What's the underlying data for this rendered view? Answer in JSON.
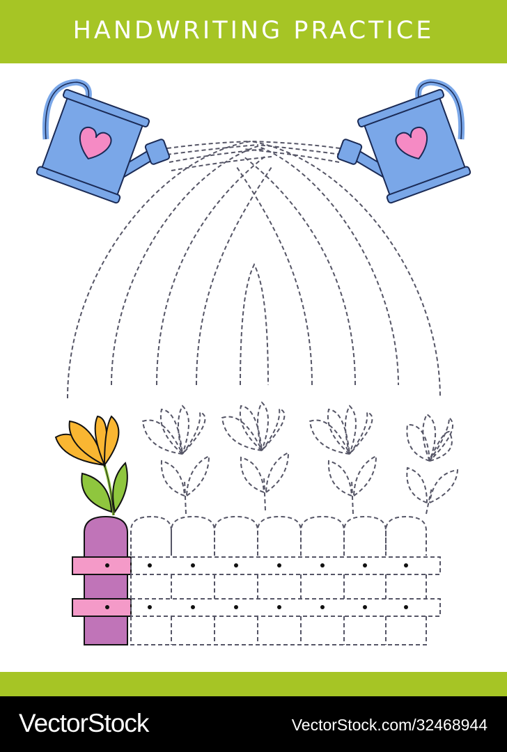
{
  "header": {
    "title": "HANDWRITING PRACTICE"
  },
  "footer": {
    "logo": "VectorStock",
    "url": "VectorStock.com/32468944"
  },
  "colors": {
    "banner_green": "#a6c525",
    "can_blue": "#7aa7e8",
    "heart_pink": "#f58ac4",
    "flower_yellow": "#f9b632",
    "leaf_green": "#8fc63e",
    "post_purple": "#c074b8",
    "rail_pink": "#f49ac8"
  },
  "icons": [
    "watering-can-icon",
    "heart-icon",
    "flower-icon",
    "leaf-icon",
    "fence-icon"
  ]
}
